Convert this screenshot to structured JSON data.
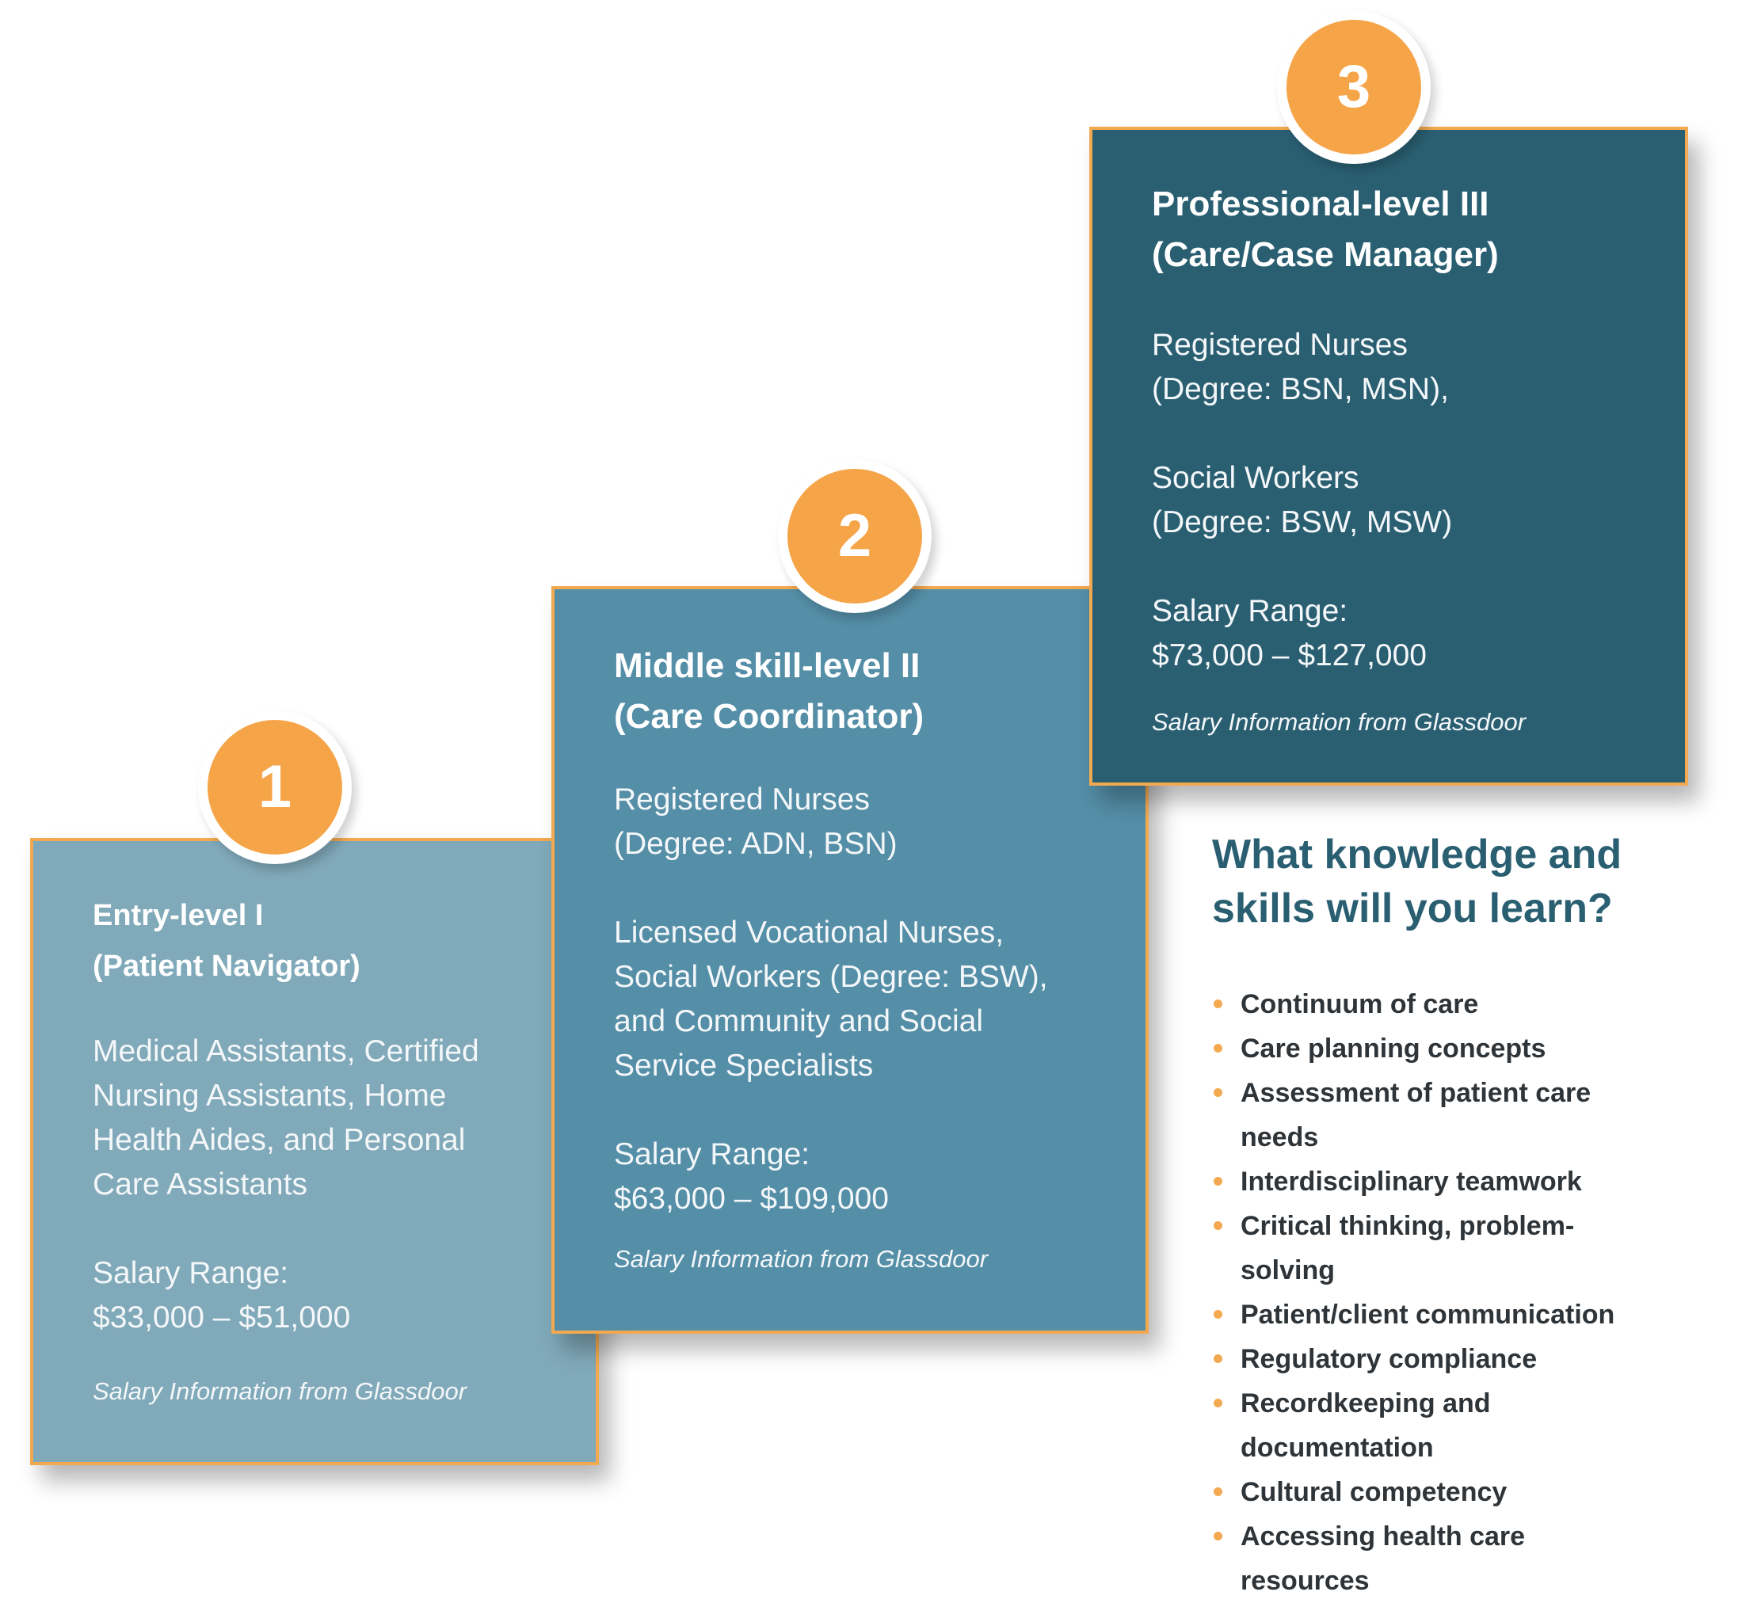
{
  "levels": [
    {
      "number": "1",
      "title": "Entry-level I\n(Patient Navigator)",
      "body": "Medical Assistants, Certified\nNursing Assistants, Home\nHealth Aides, and Personal\nCare Assistants\n\nSalary Range:\n$33,000 – $51,000",
      "note": "Salary Information from Glassdoor",
      "color": "#80a9b9"
    },
    {
      "number": "2",
      "title": "Middle skill-level II\n(Care Coordinator)",
      "body": "Registered Nurses\n(Degree: ADN, BSN)\n\nLicensed Vocational Nurses,\nSocial Workers (Degree: BSW),\nand Community and Social\nService Specialists\n\nSalary Range:\n$63,000 – $109,000",
      "note": "Salary Information from Glassdoor",
      "color": "#548ea7"
    },
    {
      "number": "3",
      "title": "Professional-level III\n(Care/Case Manager)",
      "body": "Registered Nurses\n(Degree: BSN, MSN),\n\nSocial Workers\n(Degree: BSW, MSW)\n\nSalary Range:\n$73,000 – $127,000",
      "note": "Salary Information from Glassdoor",
      "color": "#2a5f72"
    }
  ],
  "skills": {
    "heading": "What knowledge and\nskills will you learn?",
    "items": [
      "Continuum of care",
      "Care planning concepts",
      "Assessment of patient care\nneeds",
      "Interdisciplinary teamwork",
      "Critical thinking, problem-\nsolving",
      "Patient/client communication",
      "Regulatory compliance",
      "Recordkeeping and\ndocumentation",
      "Cultural competency",
      "Accessing health care\nresources"
    ]
  },
  "colors": {
    "accent": "#f3a94f",
    "heading": "#2a5f72"
  }
}
